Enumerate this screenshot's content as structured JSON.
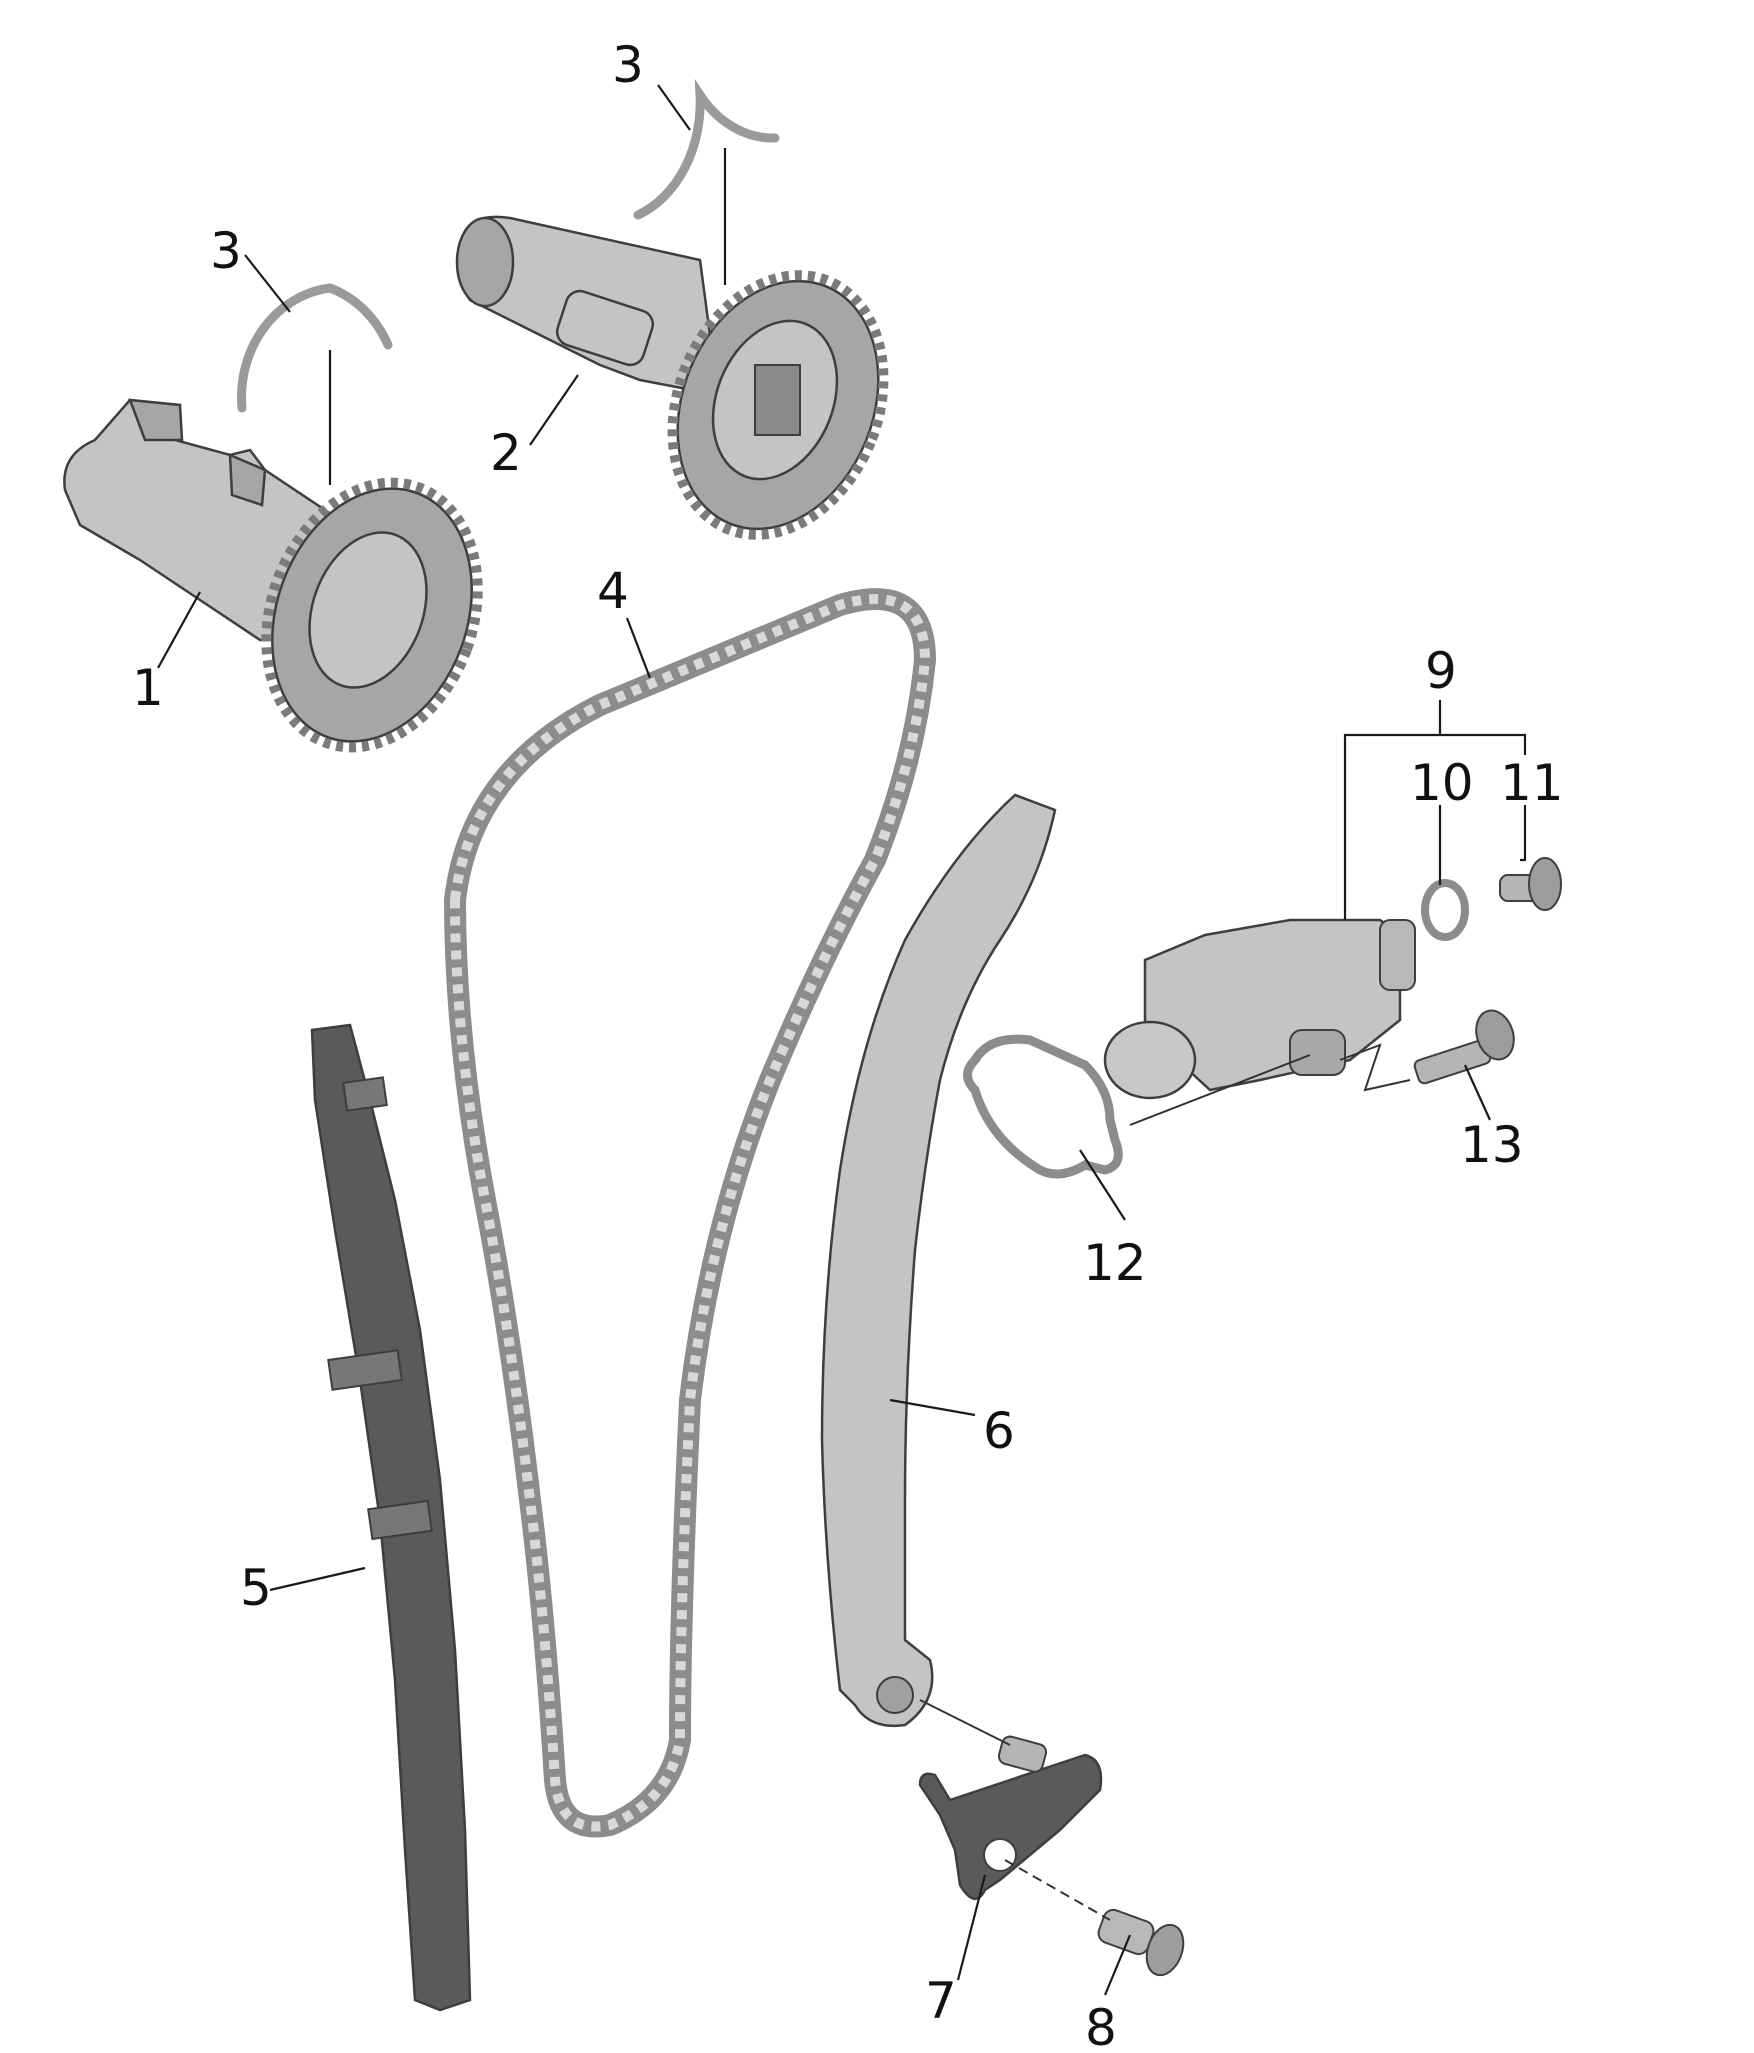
{
  "callouts": {
    "part_1": "1",
    "part_2": "2",
    "part_3a": "3",
    "part_3b": "3",
    "part_4": "4",
    "part_5": "5",
    "part_6": "6",
    "part_7": "7",
    "part_8": "8",
    "part_9": "9",
    "part_10": "10",
    "part_11": "11",
    "part_12": "12",
    "part_13": "13"
  },
  "colors": {
    "metal_light": "#c4c4c4",
    "metal_mid": "#a6a6a6",
    "plastic_dark": "#5a5a5a",
    "line": "#1a1a1a"
  }
}
